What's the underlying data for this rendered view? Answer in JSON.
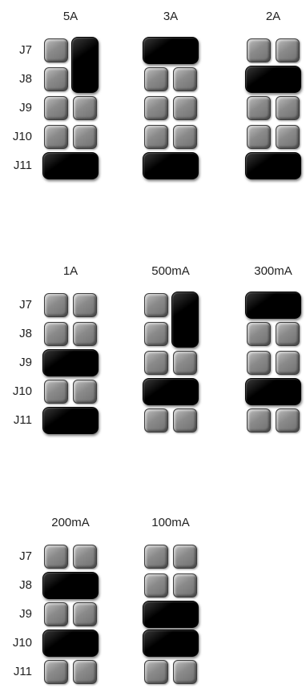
{
  "row_labels": [
    "J7",
    "J8",
    "J9",
    "J10",
    "J11"
  ],
  "configurations": [
    {
      "label": "5A",
      "jumpers": [
        {
          "kind": "vertical",
          "col": "right",
          "rows": [
            "J7",
            "J8"
          ]
        },
        {
          "kind": "horizontal",
          "row": "J11"
        }
      ]
    },
    {
      "label": "3A",
      "jumpers": [
        {
          "kind": "horizontal",
          "row": "J7"
        },
        {
          "kind": "horizontal",
          "row": "J11"
        }
      ]
    },
    {
      "label": "2A",
      "jumpers": [
        {
          "kind": "horizontal",
          "row": "J8"
        },
        {
          "kind": "horizontal",
          "row": "J11"
        }
      ]
    },
    {
      "label": "1A",
      "jumpers": [
        {
          "kind": "horizontal",
          "row": "J9"
        },
        {
          "kind": "horizontal",
          "row": "J11"
        }
      ]
    },
    {
      "label": "500mA",
      "jumpers": [
        {
          "kind": "vertical",
          "col": "right",
          "rows": [
            "J7",
            "J8"
          ]
        },
        {
          "kind": "horizontal",
          "row": "J10"
        }
      ]
    },
    {
      "label": "300mA",
      "jumpers": [
        {
          "kind": "horizontal",
          "row": "J7"
        },
        {
          "kind": "horizontal",
          "row": "J10"
        }
      ]
    },
    {
      "label": "200mA",
      "jumpers": [
        {
          "kind": "horizontal",
          "row": "J8"
        },
        {
          "kind": "horizontal",
          "row": "J10"
        }
      ]
    },
    {
      "label": "100mA",
      "jumpers": [
        {
          "kind": "horizontal",
          "row": "J9"
        },
        {
          "kind": "horizontal",
          "row": "J10"
        }
      ]
    }
  ],
  "colors": {
    "pin": "#8a8a8a",
    "jumper": "#000000",
    "text": "#222222"
  }
}
